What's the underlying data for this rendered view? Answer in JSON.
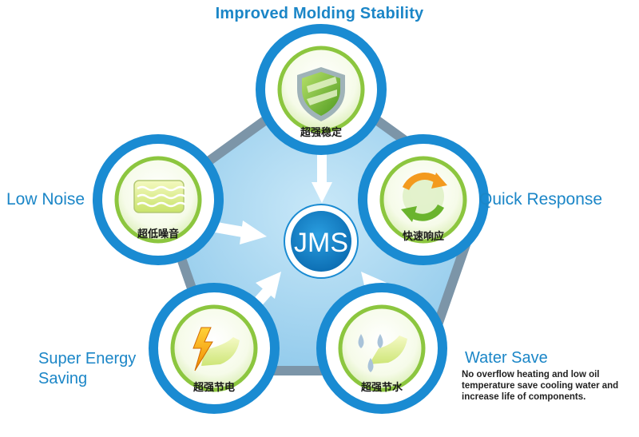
{
  "center": {
    "label": "JMS"
  },
  "nodes": [
    {
      "id": "top",
      "label_en": "Improved Molding Stability",
      "label_cn": "超强稳定",
      "icon": "shield-icon"
    },
    {
      "id": "right",
      "label_en": "Quick Response",
      "label_cn": "快速响应",
      "icon": "refresh-cycle-icon"
    },
    {
      "id": "bottom-right",
      "label_en": "Water Save",
      "label_cn": "超强节水",
      "icon": "water-drops-icon",
      "description": "No overflow heating and low oil temperature save cooling water and increase life of components."
    },
    {
      "id": "bottom-left",
      "label_en_lines": [
        "Super Energy",
        "Saving"
      ],
      "label_cn": "超强节电",
      "icon": "lightning-bolt-icon"
    },
    {
      "id": "left",
      "label_en": "Low Noise",
      "label_cn": "超低噪音",
      "icon": "wave-lines-icon"
    }
  ],
  "colors": {
    "label_blue": "#1b86c7",
    "ring_blue": "#1a8bd2",
    "pentagon_fill": "#a3d4ef",
    "pentagon_border": "#7c95a8",
    "inner_green": "#8cc63f",
    "arrow_white": "#ffffff"
  }
}
